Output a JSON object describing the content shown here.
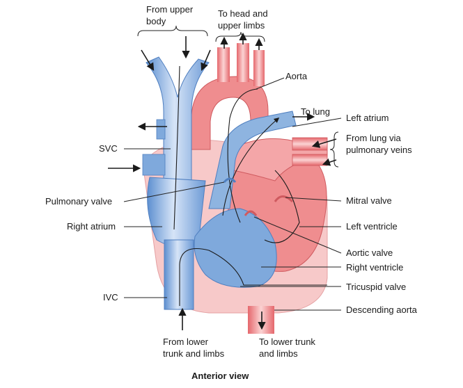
{
  "labels": {
    "from_upper_body": [
      "From upper",
      "body"
    ],
    "to_head": [
      "To head and",
      "upper limbs"
    ],
    "aorta": "Aorta",
    "to_lung": "To lung",
    "left_atrium": "Left atrium",
    "from_lung": [
      "From lung via",
      "pulmonary veins"
    ],
    "svc": "SVC",
    "pulmonary_valve": "Pulmonary valve",
    "mitral_valve": "Mitral valve",
    "right_atrium": "Right atrium",
    "left_ventricle": "Left ventricle",
    "aortic_valve": "Aortic valve",
    "right_ventricle": "Right ventricle",
    "tricuspid_valve": "Tricuspid valve",
    "ivc": "IVC",
    "descending_aorta": "Descending aorta",
    "from_lower": [
      "From lower",
      "trunk and limbs"
    ],
    "to_lower": [
      "To lower trunk",
      "and limbs"
    ]
  },
  "caption": "Anterior view",
  "colors": {
    "deoxygenated": "#7fa9dc",
    "oxygenated": "#ef8d8f",
    "pericardium": "#f7c9c9"
  }
}
